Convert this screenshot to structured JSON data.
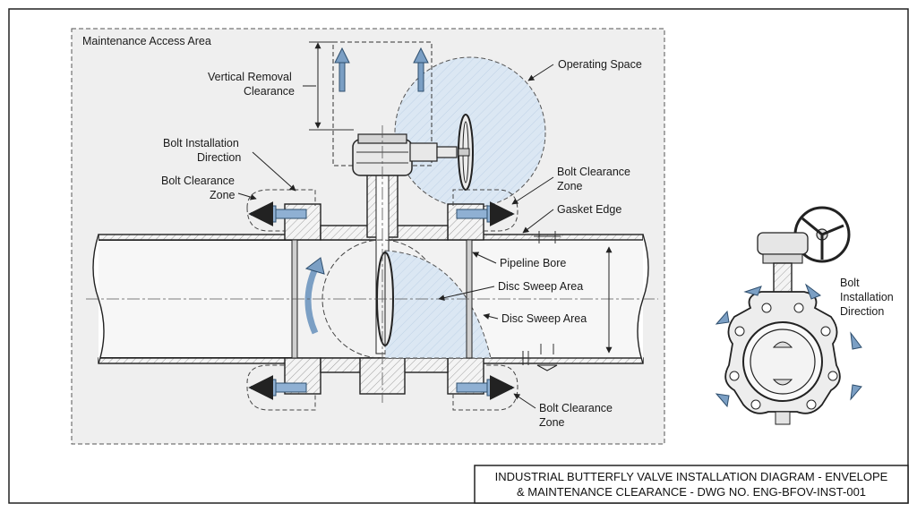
{
  "labels": {
    "maintenance_area": "Maintenance Access Area",
    "vertical_removal_1": "Vertical Removal",
    "vertical_removal_2": "Clearance",
    "operating_space": "Operating Space",
    "bolt_install_1": "Bolt Installation",
    "bolt_install_2": "Direction",
    "bolt_clear_left_1": "Bolt Clearance",
    "bolt_clear_left_2": "Zone",
    "bolt_clear_right_1": "Bolt Clearance",
    "bolt_clear_right_2": "Zone",
    "gasket_edge": "Gasket Edge",
    "pipeline_bore": "Pipeline Bore",
    "disc_sweep_1": "Disc Sweep Area",
    "disc_sweep_2": "Disc Sweep Area",
    "bolt_clear_bottom_1": "Bolt Clearance",
    "bolt_clear_bottom_2": "Zone",
    "side_bolt_1": "Bolt",
    "side_bolt_2": "Installation",
    "side_bolt_3": "Direction"
  },
  "title_block": {
    "line1": "INDUSTRIAL BUTTERFLY VALVE INSTALLATION DIAGRAM - ENVELOPE",
    "line2": "& MAINTENANCE CLEARANCE - DWG NO. ENG-BFOV-INST-001"
  },
  "colors": {
    "zone_fill": "#efefef",
    "sweep_blue": "#d6e4f2",
    "arrow_blue": "#7b9fc4"
  }
}
